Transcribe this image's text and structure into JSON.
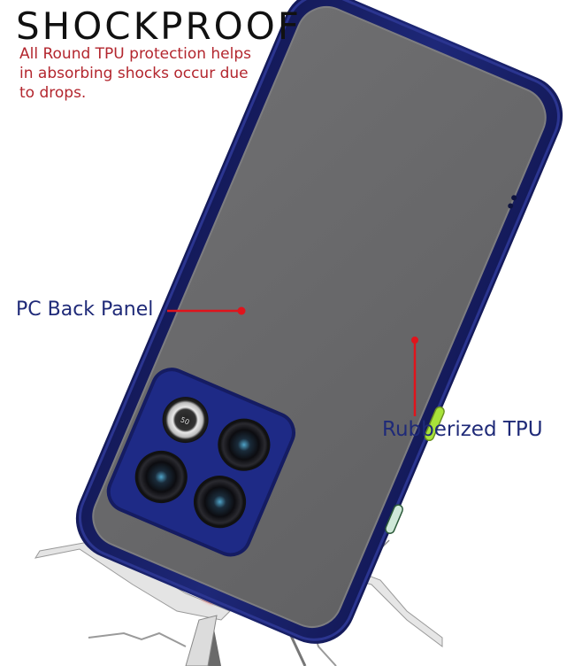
{
  "heading": {
    "title": "SHOCKPROOF",
    "description_lines": [
      "All Round TPU protection helps",
      "in absorbing shocks occur due",
      "to drops."
    ]
  },
  "callouts": {
    "pc_back_panel": "PC Back Panel",
    "rubberized_tpu": "Rubberized TPU"
  },
  "product": {
    "name": "phone-case",
    "case_color": "#1b2470",
    "back_panel_color": "#6b6b6d",
    "button_accent_color": "#a8e33a",
    "pointer_color": "#e0141c",
    "crack_glow_color": "#ff1a1a",
    "heading_color": "#111111",
    "description_color": "#b3262e",
    "label_color": "#1f2a78"
  }
}
